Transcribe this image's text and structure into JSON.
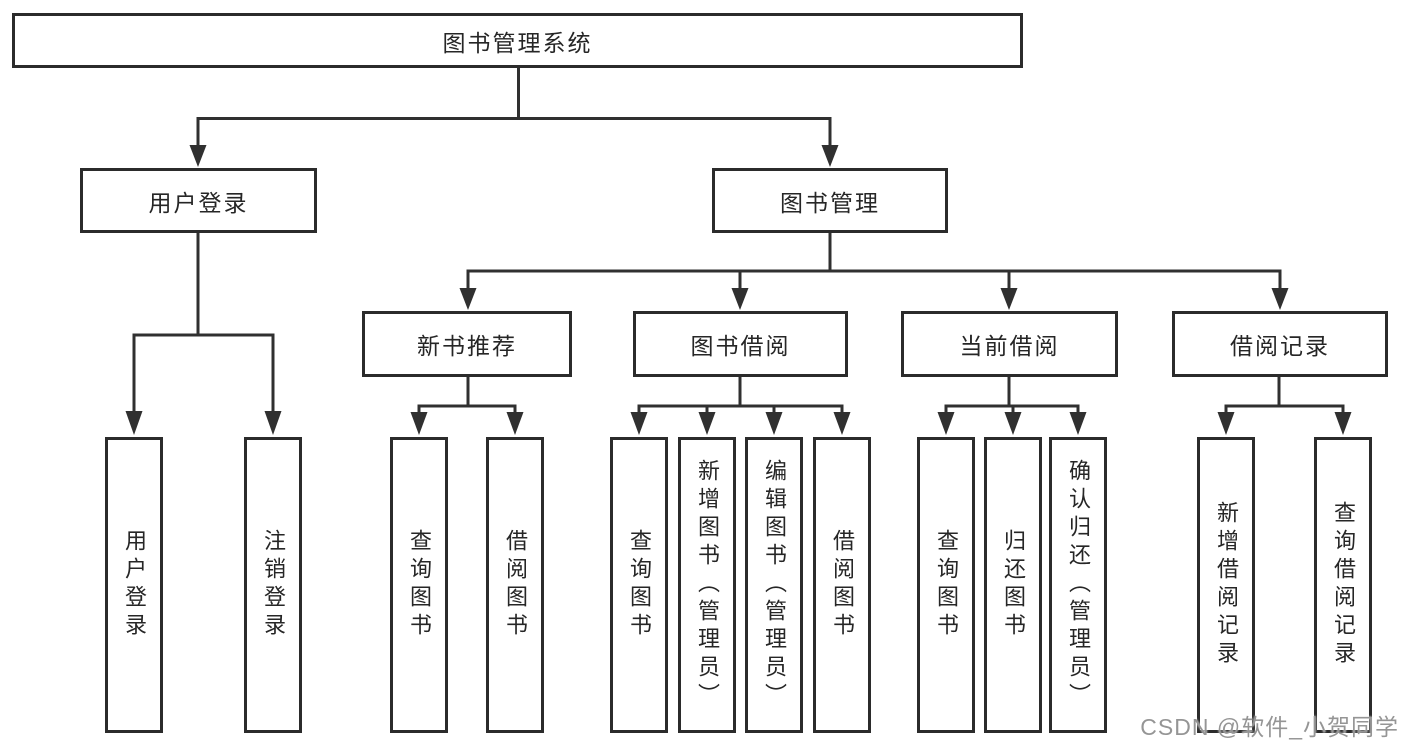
{
  "diagram_title": "图书管理系统",
  "tree": {
    "root": {
      "label": "图书管理系统"
    },
    "children": [
      {
        "label": "用户登录",
        "children": [
          {
            "label": "用户登录"
          },
          {
            "label": "注销登录"
          }
        ]
      },
      {
        "label": "图书管理",
        "children": [
          {
            "label": "新书推荐",
            "children": [
              {
                "label": "查询图书"
              },
              {
                "label": "借阅图书"
              }
            ]
          },
          {
            "label": "图书借阅",
            "children": [
              {
                "label": "查询图书"
              },
              {
                "label": "新增图书（管理员）"
              },
              {
                "label": "编辑图书（管理员）"
              },
              {
                "label": "借阅图书"
              }
            ]
          },
          {
            "label": "当前借阅",
            "children": [
              {
                "label": "查询图书"
              },
              {
                "label": "归还图书"
              },
              {
                "label": "确认归还（管理员）"
              }
            ]
          },
          {
            "label": "借阅记录",
            "children": [
              {
                "label": "新增借阅记录"
              },
              {
                "label": "查询借阅记录"
              }
            ]
          }
        ]
      }
    ]
  },
  "watermark": {
    "text": "CSDN @软件_小贺同学",
    "color": "#959595"
  },
  "colors": {
    "line": "#303030",
    "box_border": "#2b2b2b",
    "text": "#262626",
    "background": "#ffffff"
  }
}
